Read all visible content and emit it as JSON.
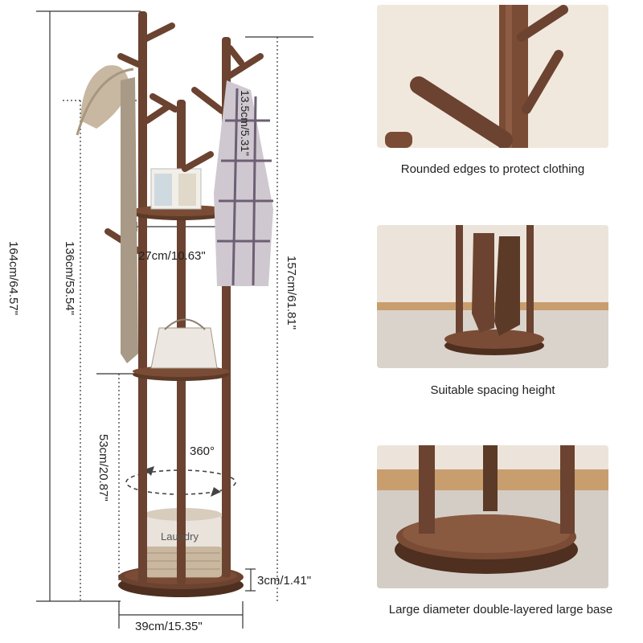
{
  "dimensions": {
    "total_height": "164cm/64.57\"",
    "inner_height": "136cm/53.54\"",
    "hook_height": "157cm/61.81\"",
    "hook_length": "13.5cm/5.31\"",
    "shelf_width": "27cm/10.63\"",
    "lower_height": "53cm/20.87\"",
    "base_thickness": "3cm/1.41\"",
    "base_diameter": "39cm/15.35\"",
    "rotation": "360°"
  },
  "basket_label": "Laundry",
  "features": [
    {
      "caption": "Rounded edges to protect clothing"
    },
    {
      "caption": "Suitable spacing height"
    },
    {
      "caption": "Large diameter double-layered large base"
    }
  ],
  "colors": {
    "wood": "#6b4330",
    "wood_dark": "#4e2f20",
    "wood_light": "#8a5a40",
    "wall": "#efe6db",
    "floor": "#d9d2ca"
  }
}
